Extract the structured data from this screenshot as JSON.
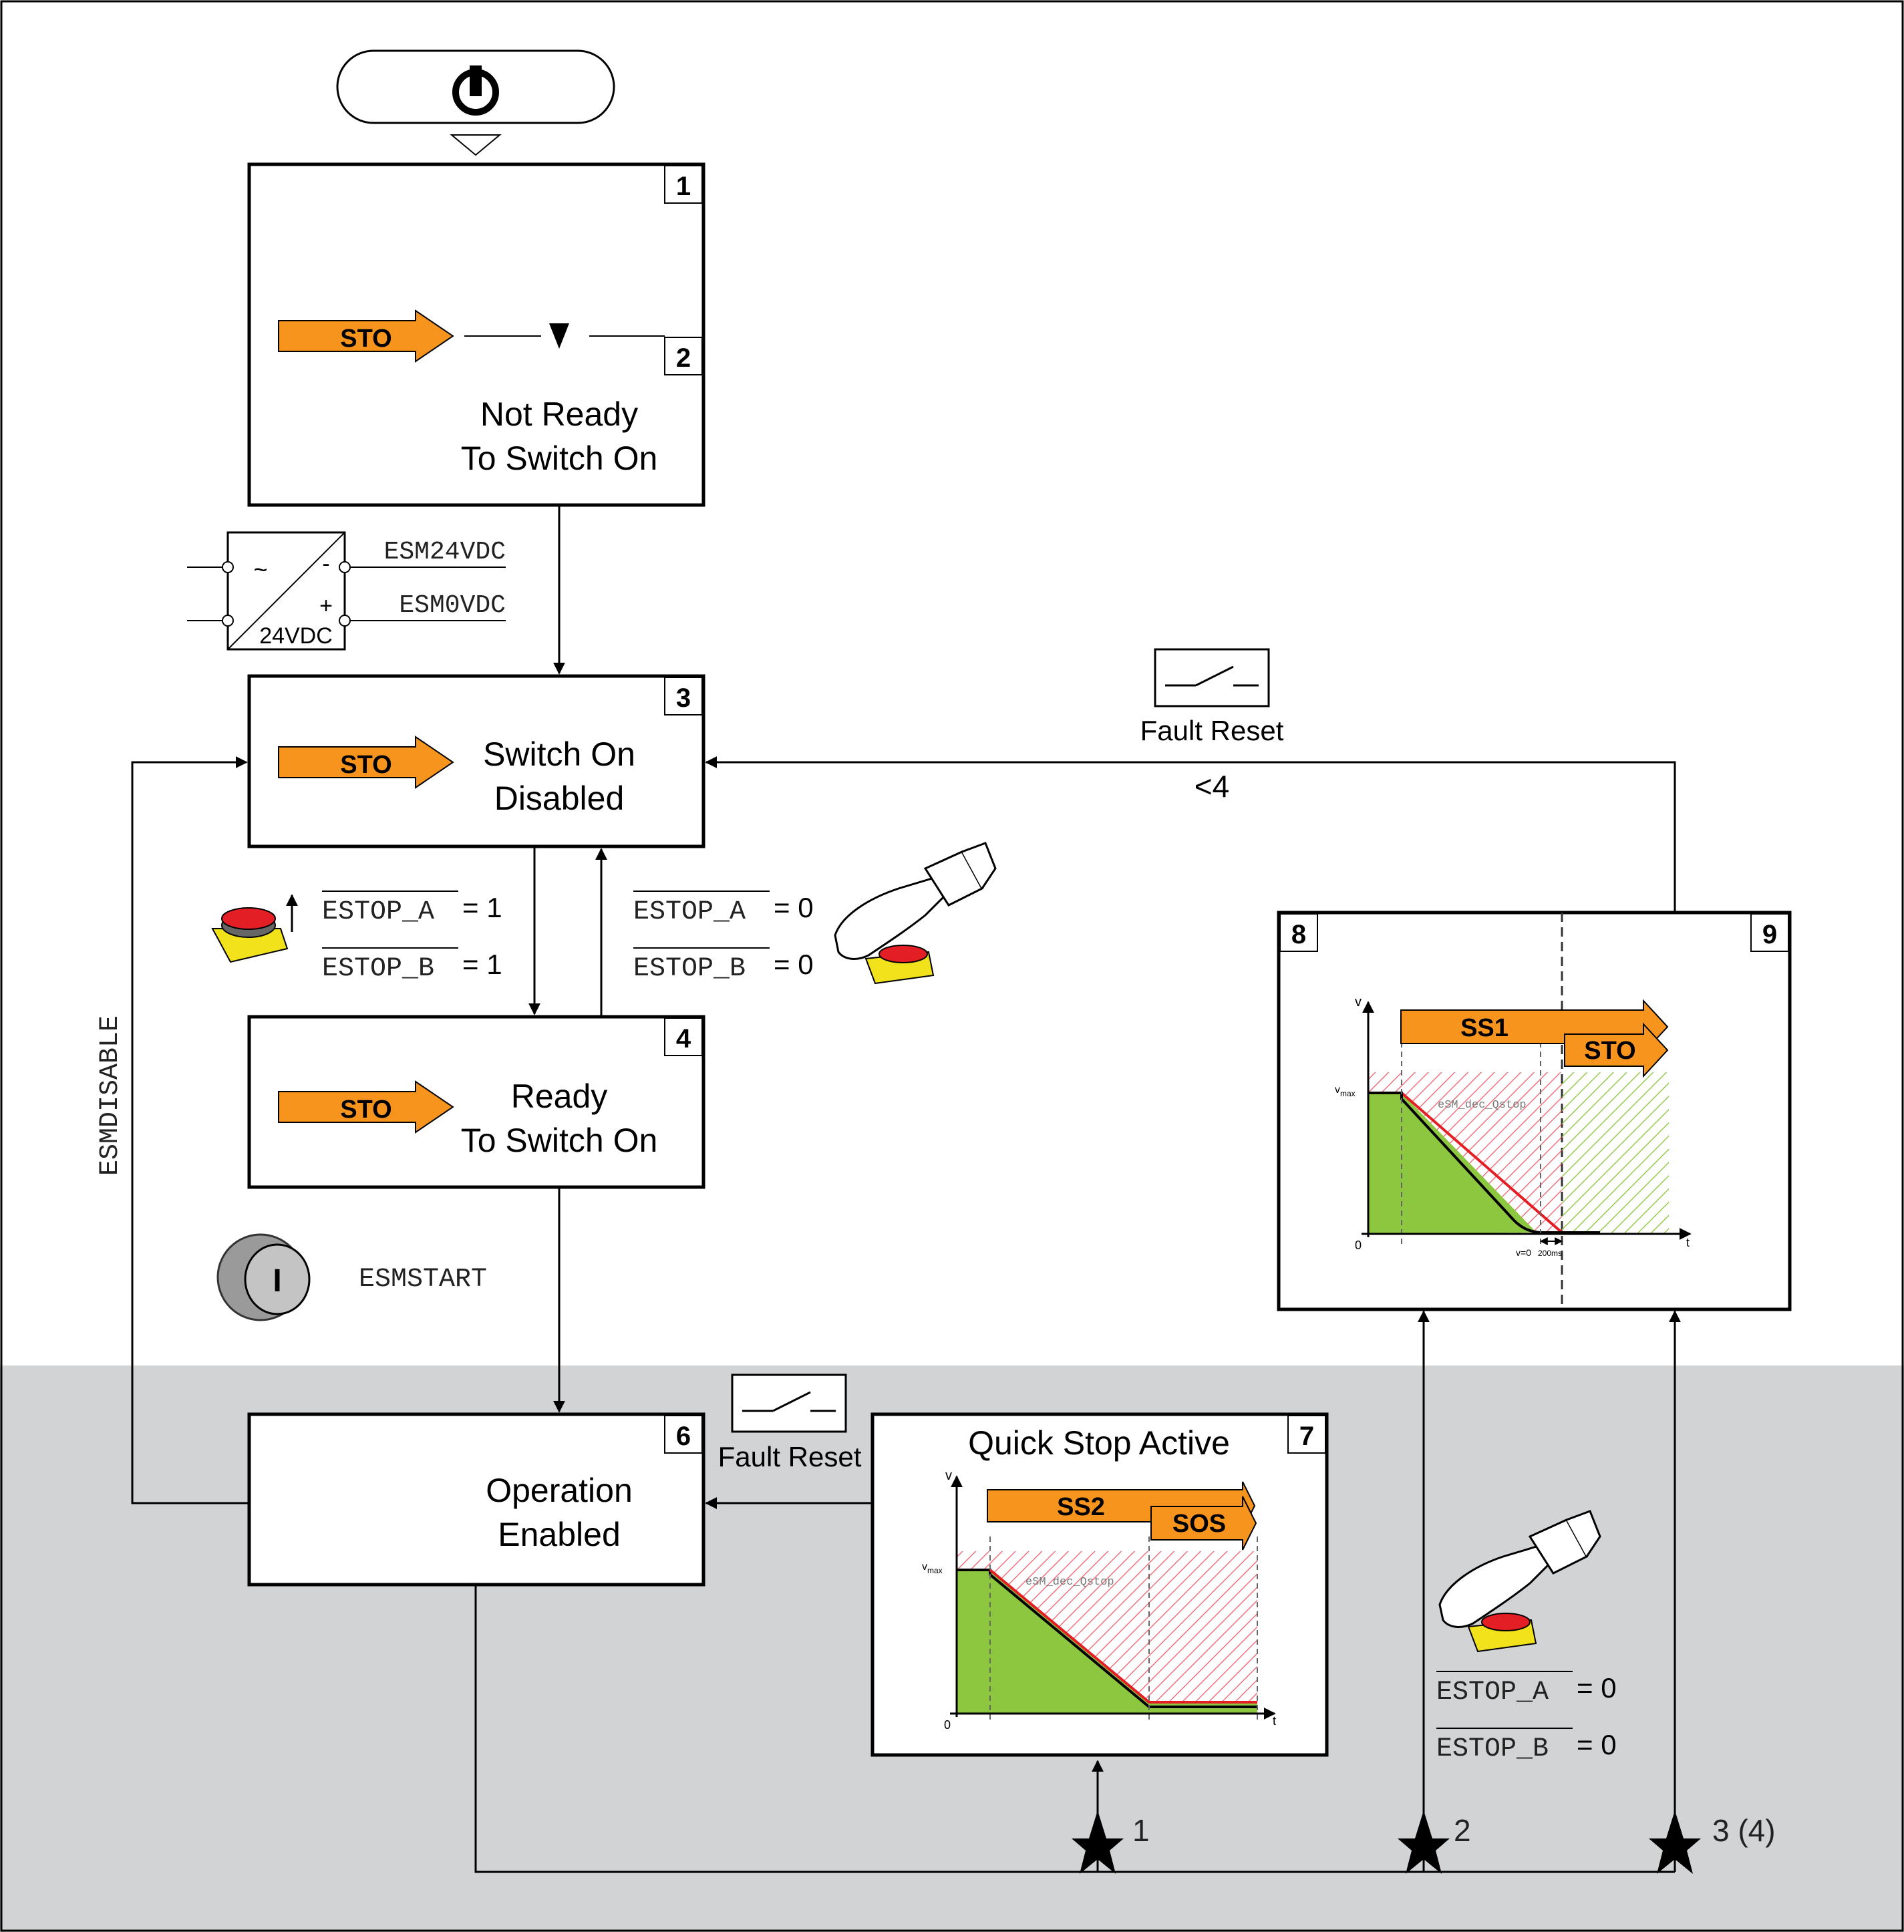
{
  "states": {
    "s1": {
      "num": "1"
    },
    "s2": {
      "num": "2",
      "line1": "Not Ready",
      "line2": "To Switch On"
    },
    "s3": {
      "num": "3",
      "line1": "Switch On",
      "line2": "Disabled"
    },
    "s4": {
      "num": "4",
      "line1": "Ready",
      "line2": "To Switch On"
    },
    "s6": {
      "num": "6",
      "line1": "Operation",
      "line2": "Enabled"
    },
    "s7": {
      "num": "7",
      "title": "Quick Stop Active"
    },
    "s8": {
      "num": "8"
    },
    "s9": {
      "num": "9"
    }
  },
  "arrows": {
    "sto": "STO",
    "ss1": "SS1",
    "ss2": "SS2",
    "sos": "SOS"
  },
  "signals": {
    "esm24": "ESM24VDC",
    "esm0": "ESM0VDC",
    "psu_label": "24VDC",
    "psu_tilde": "~",
    "psu_minus": "-",
    "psu_plus": "+",
    "estop_a": "ESTOP_A",
    "estop_b": "ESTOP_B",
    "eq1": "= 1",
    "eq0": "= 0",
    "esmstart": "ESMSTART",
    "esmdisable": "ESMDISABLE",
    "start_button_label": "I",
    "fault_reset": "Fault Reset",
    "lt4": "<4"
  },
  "stars": {
    "star1": "1",
    "star2": "2",
    "star3": "3 (4)"
  },
  "charts": {
    "ss2": {
      "vlabel": "v",
      "vmax": "v",
      "vmax_sub": "max",
      "tlabel": "t",
      "zero": "0",
      "curve": "eSM_dec_Qstop"
    },
    "ss1": {
      "vlabel": "v",
      "vmax": "v",
      "vmax_sub": "max",
      "tlabel": "t",
      "zero": "0",
      "curve": "eSM_dec_Qstop",
      "v0": "v=0",
      "delay": "200ms"
    }
  },
  "colors": {
    "orange": "#f7941d",
    "green": "#8dc63f",
    "red_hatch": "#e8374a",
    "gray_band": "#d1d3d4"
  }
}
